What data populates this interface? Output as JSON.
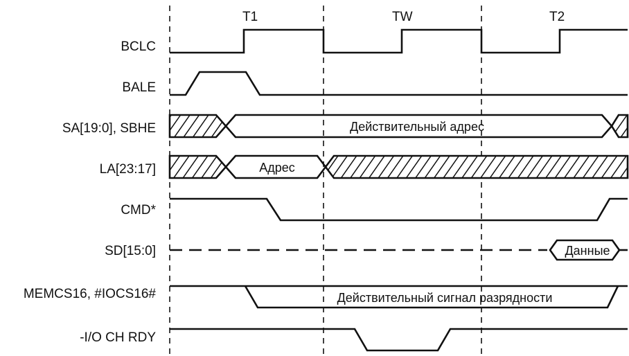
{
  "phases": {
    "t1": "T1",
    "tw": "TW",
    "t2": "T2"
  },
  "signals": {
    "bclc": "BCLC",
    "bale": "BALE",
    "sa": "SA[19:0], SBHE",
    "la": "LA[23:17]",
    "cmd": "CMD*",
    "sd": "SD[15:0]",
    "memcs": "MEMCS16, #IOCS16#",
    "iochrdy": "-I/O CH RDY"
  },
  "annotations": {
    "sa_valid": "Действительный адрес",
    "la_addr": "Адрес",
    "sd_data": "Данные",
    "memcs_valid": "Действительный сигнал разрядности"
  },
  "colors": {
    "ink": "#111111",
    "background": "#ffffff"
  }
}
